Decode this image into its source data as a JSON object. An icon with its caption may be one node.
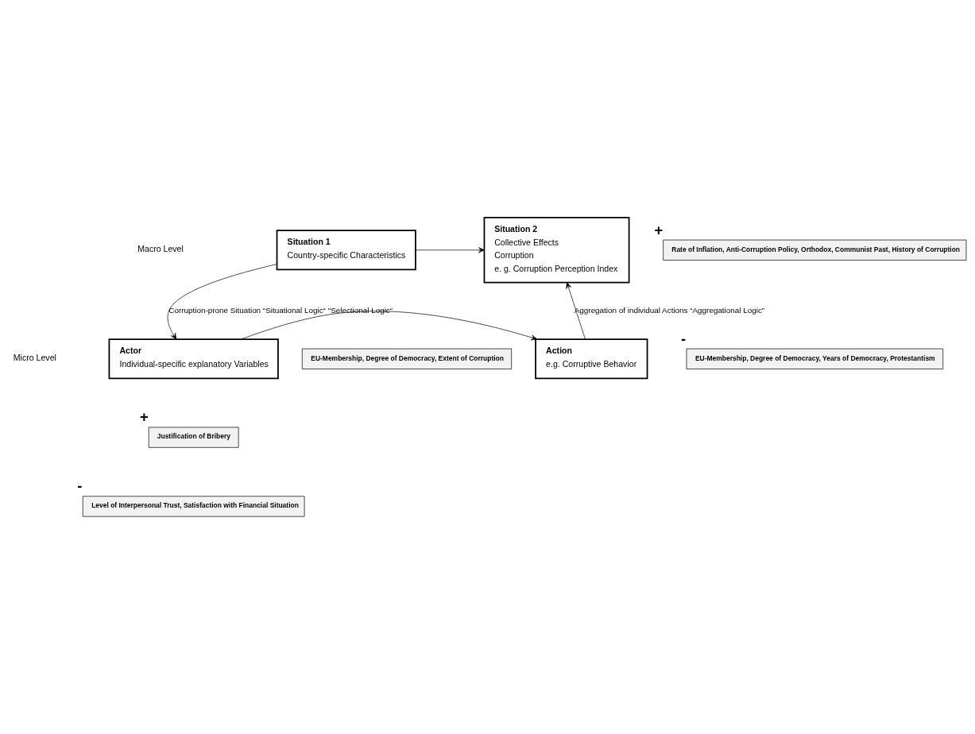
{
  "diagram": {
    "nodes": [
      {
        "text": [
          "Situation 1",
          "Country-specific Characteristics"
        ]
      },
      {
        "text": [
          "Situation 2",
          "Collective Effects",
          "Corruption",
          "e. g. Corruption Perception Index"
        ]
      },
      {
        "text": [
          "Actor",
          "Individual-specific explanatory Variables"
        ]
      },
      {
        "text": [
          "Action",
          "e.g. Corruptive Behavior"
        ]
      },
      {
        "text": [
          "Rate of Inflation, Anti-Corruption Policy, Orthodox, Communist Past, History of Corruption"
        ],
        "beside": [
          "+"
        ]
      },
      {
        "text": [
          "EU-Membership, Degree of Democracy, Years of Democracy, Protestantism"
        ],
        "beside": [
          "-"
        ]
      },
      {
        "text": [
          "EU-Membership, Degree of Democracy, Extent of Corruption"
        ]
      },
      {
        "text": [
          "Justification of Bribery"
        ],
        "beside": [
          "+"
        ]
      },
      {
        "text": [
          "Level of Interpersonal Trust, Satisfaction with Financial Situation"
        ],
        "beside": [
          "-"
        ]
      }
    ],
    "edges": [
      {
        "from": 0,
        "to": 1,
        "arrow": "to"
      },
      {
        "from": 0,
        "to": 2,
        "arrow": "to",
        "label": "Corruption-prone Situation “Situational Logic“"
      },
      {
        "from": 2,
        "to": 3,
        "arrow": "to",
        "label": "\"Selectional Logic“"
      },
      {
        "from": 3,
        "to": 1,
        "arrow": "to",
        "label": "Aggregation of individual Actions “Aggregational Logic”"
      }
    ],
    "labels": [
      "Macro Level",
      "Micro Level"
    ]
  }
}
